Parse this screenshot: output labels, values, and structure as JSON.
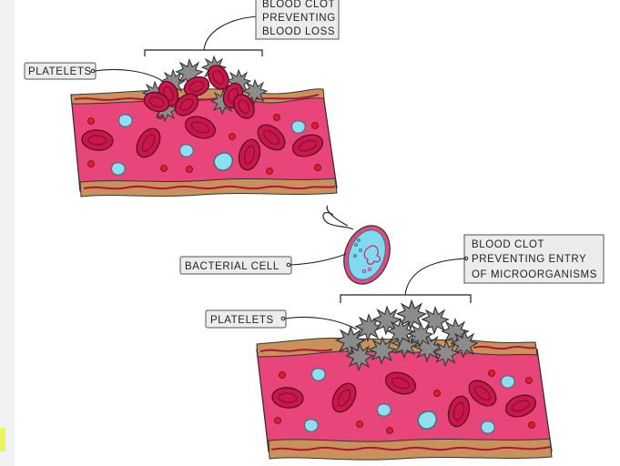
{
  "top_panel": {
    "clot_label": [
      "BLOOD CLOT",
      "PREVENTING",
      "BLOOD LOSS"
    ],
    "platelets_label": "PLATELETS"
  },
  "bottom_panel": {
    "clot_label": [
      "BLOOD CLOT",
      "PREVENTING ENTRY",
      "OF MICROORGANISMS"
    ],
    "bacterium_label": "BACTERIAL CELL",
    "platelets_label": "PLATELETS"
  },
  "colors": {
    "blood_plasma": "#e8457a",
    "vessel_wall": "#c9925a",
    "red_cell": "#c8174a",
    "white_cell": "#8ee0f0",
    "platelet": "#8c8c8c",
    "bacterium_fill": "#7fdcf0",
    "bacterium_wall": "#e04b82"
  }
}
